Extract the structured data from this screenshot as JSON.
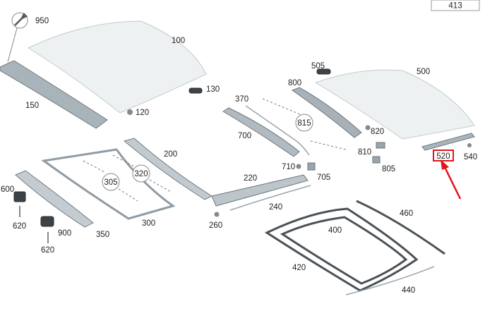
{
  "page_number": "413",
  "highlight_color": "#e0161b",
  "callouts": {
    "c950": "950",
    "c100": "100",
    "c130": "130",
    "c120": "120",
    "c150": "150",
    "c505": "505",
    "c500": "500",
    "c800": "800",
    "c370": "370",
    "c815": "815",
    "c700": "700",
    "c820": "820",
    "c810": "810",
    "c805": "805",
    "c540": "540",
    "c520": "520",
    "c200": "200",
    "c320": "320",
    "c305": "305",
    "c710": "710",
    "c705": "705",
    "c220": "220",
    "c240": "240",
    "c260": "260",
    "c600": "600",
    "c620a": "620",
    "c900": "900",
    "c620b": "620",
    "c350": "350",
    "c300": "300",
    "c400": "400",
    "c460": "460",
    "c420": "420",
    "c440": "440"
  },
  "icons": {
    "tool": "wrench-icon",
    "arrow": "red-pointer-arrow"
  }
}
